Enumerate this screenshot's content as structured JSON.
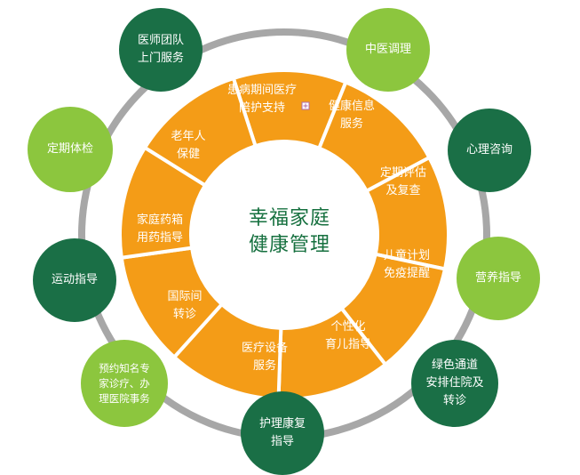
{
  "center": {
    "line1": "幸福家庭",
    "line2": "健康管理"
  },
  "colors": {
    "segment": "#f49c17",
    "segment_stroke": "#ffffff",
    "ring": "#a7a7a7",
    "dark_node": "#1a6f46",
    "light_node": "#8cc63e",
    "center_text": "#16703f"
  },
  "segments": [
    {
      "label": "患病期间医疗\n陪护支持"
    },
    {
      "label": "健康信息\n服务"
    },
    {
      "label": "定期评估\n及复查"
    },
    {
      "label": "儿童计划\n免疫提醒"
    },
    {
      "label": "个性化\n育儿指导"
    },
    {
      "label": "医疗设备\n服务"
    },
    {
      "label": "国际间\n转诊"
    },
    {
      "label": "家庭药箱\n用药指导"
    },
    {
      "label": "老年人\n保健"
    }
  ],
  "outer_nodes": [
    {
      "label": "医师团队\n上门服务",
      "tone": "dark"
    },
    {
      "label": "中医调理",
      "tone": "light"
    },
    {
      "label": "心理咨询",
      "tone": "dark"
    },
    {
      "label": "营养指导",
      "tone": "light"
    },
    {
      "label": "绿色通道\n安排住院及\n转诊",
      "tone": "dark"
    },
    {
      "label": "护理康复\n指导",
      "tone": "dark"
    },
    {
      "label": "预约知名专\n家诊疗、办\n理医院事务",
      "tone": "light"
    },
    {
      "label": "运动指导",
      "tone": "dark"
    },
    {
      "label": "定期体检",
      "tone": "light"
    }
  ]
}
